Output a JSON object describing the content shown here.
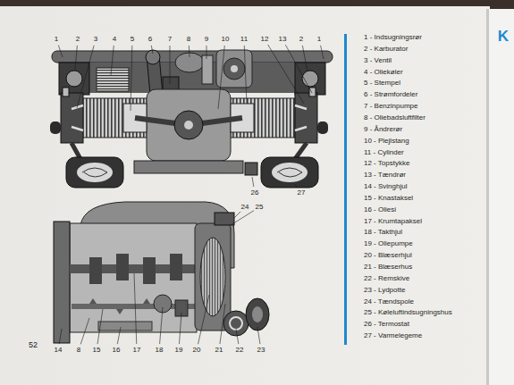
{
  "diagram": {
    "labels": [
      "1",
      "2",
      "3",
      "4",
      "5",
      "6",
      "7",
      "8",
      "9",
      "10",
      "11",
      "12",
      "13",
      "2",
      "1",
      "24",
      "25",
      "26",
      "27",
      "14",
      "8",
      "15",
      "16",
      "17",
      "18",
      "19",
      "20",
      "21",
      "22",
      "23",
      "52",
      "1 - Indsugningsrør",
      "2 - Karburator",
      "3 - Ventil",
      "4 - Oliekøler",
      "5 - Stempel",
      "6 - Strømfordeler",
      "7 - Benzinpumpe",
      "8 - Oliebadsluftfilter",
      "9 - Åndrerør",
      "10 - Plejlstang",
      "11 - Cylinder",
      "12 - Topstykke",
      "13 - Tændrør",
      "14 - Svinghjul",
      "15 - Knastaksel",
      "16 - Oliesi",
      "17 - Krumtapaksel",
      "18 - Takthjul",
      "19 - Oliepumpe",
      "20 - Blæserhjul",
      "21 - Blæserhus",
      "22 - Remskive",
      "23 - Lydpotte",
      "24 - Tændspole",
      "25 - Køleluftindsugningshus",
      "26 - Termostat",
      "27 - Varmelegeme",
      "K"
    ]
  }
}
